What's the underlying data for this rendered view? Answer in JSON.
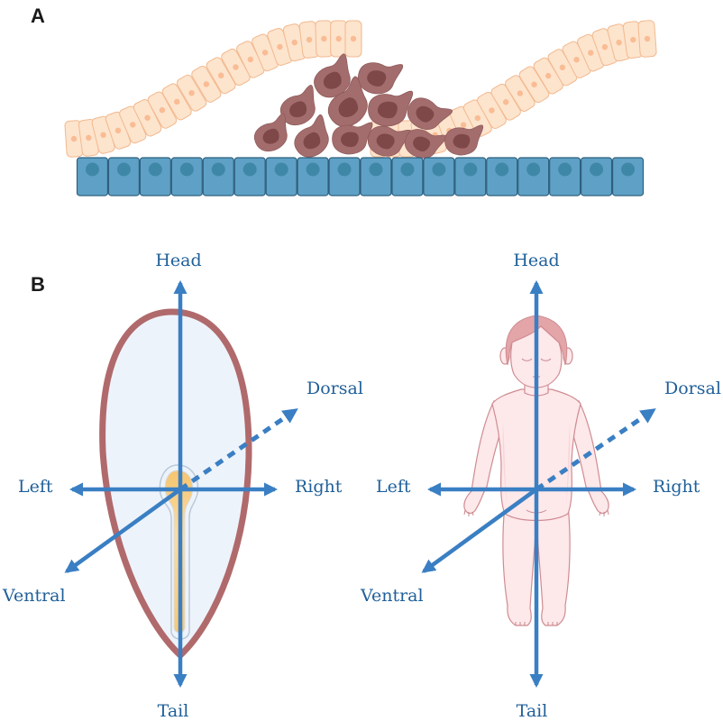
{
  "panels": {
    "a": {
      "label": "A"
    },
    "b": {
      "label": "B"
    }
  },
  "panel_a": {
    "description": "Epithelial fold with migrating cells between upper epithelial layer and basal cell layer",
    "basal_cell_count": 18,
    "colors": {
      "upper_epithelium": "#fde4cd",
      "upper_epithelium_nucleus": "#f9bc94",
      "basal_cells": "#5fa1c6",
      "basal_nucleus": "#3f87a7",
      "migrating_cells": "#a46d6d",
      "migrating_nucleus": "#7e4848"
    }
  },
  "panel_b": {
    "embryo": {
      "axis_labels": {
        "head": "Head",
        "tail": "Tail",
        "left": "Left",
        "right": "Right",
        "dorsal": "Dorsal",
        "ventral": "Ventral"
      }
    },
    "child": {
      "axis_labels": {
        "head": "Head",
        "tail": "Tail",
        "left": "Left",
        "right": "Right",
        "dorsal": "Dorsal",
        "ventral": "Ventral"
      }
    },
    "colors": {
      "axis": "#3a7fc3",
      "label": "#1f5f99",
      "embryo_outline": "#b06a6c",
      "embryo_fill": "#edf3fb",
      "primitive_streak": "#f6c878",
      "skin": "#fde8ea",
      "hair": "#e3a5a8"
    }
  }
}
